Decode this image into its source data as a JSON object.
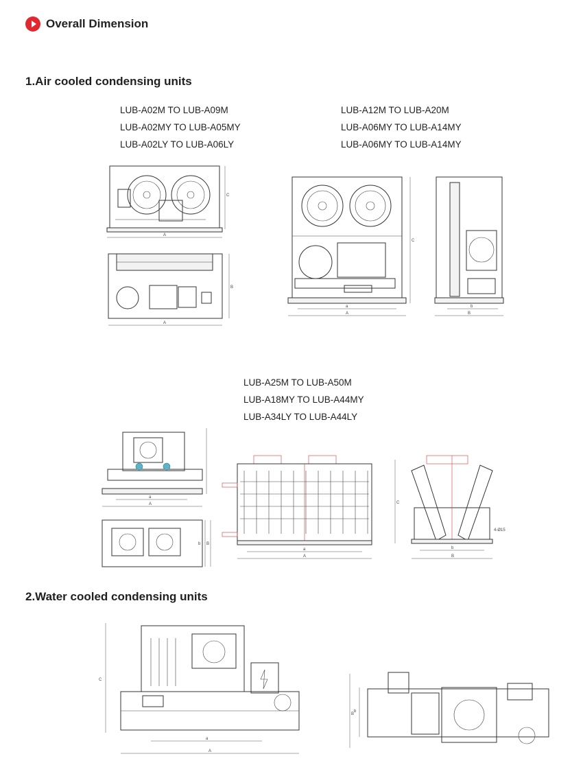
{
  "header": {
    "title": "Overall Dimension",
    "accent": "#e0282e"
  },
  "sections": {
    "air": {
      "title": "1.Air cooled condensing units"
    },
    "water": {
      "title": "2.Water cooled condensing units"
    }
  },
  "model_groups": {
    "group1": [
      "LUB-A02M  TO LUB-A09M",
      "LUB-A02MY TO LUB-A05MY",
      "LUB-A02LY TO LUB-A06LY"
    ],
    "group2": [
      "LUB-A12M TO LUB-A20M",
      "LUB-A06MY TO LUB-A14MY",
      "LUB-A06MY TO LUB-A14MY"
    ],
    "group3": [
      "LUB-A25M TO LUB-A50M",
      "LUB-A18MY TO LUB-A44MY",
      "LUB-A34LY TO LUB-A44LY"
    ]
  },
  "dim_labels": {
    "A": "A",
    "B": "B",
    "C": "C",
    "a": "a",
    "b": "b",
    "hole": "4-Ø15"
  }
}
